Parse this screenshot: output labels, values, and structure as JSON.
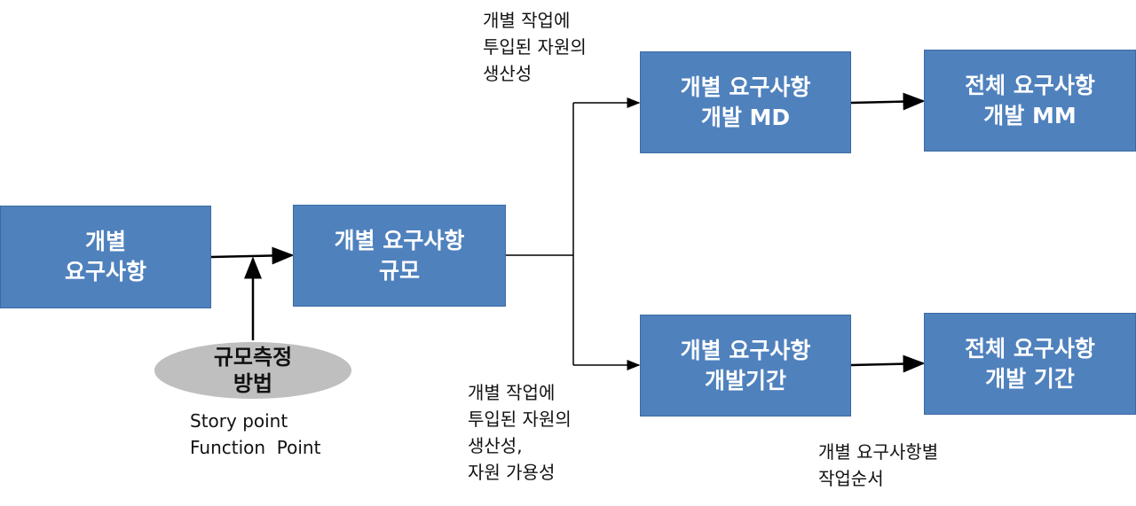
{
  "boxes": {
    "req": [
      "개별",
      "요구사항"
    ],
    "size": [
      "개별 요구사항",
      "규모"
    ],
    "md": [
      "개별 요구사항",
      "개발 MD"
    ],
    "mm": [
      "전체 요구사항",
      "개발 MM"
    ],
    "period": [
      "개별 요구사항",
      "개발기간"
    ],
    "total_period": [
      "전체 요구사항",
      "개발 기간"
    ]
  },
  "ellipse": [
    "규모측정",
    "방법"
  ],
  "notes": {
    "productivity": [
      "개별 작업에",
      "투입된 자원의",
      "생산성"
    ],
    "productivity_avail": [
      "개별 작업에",
      "투입된 자원의",
      "생산성,",
      "자원 가용성"
    ],
    "methods": [
      "Story point",
      "Function  Point"
    ],
    "order": [
      "개별 요구사항별",
      "작업순서"
    ]
  },
  "colors": {
    "box": "#4f81bd",
    "ellipse": "#bfbfbf"
  }
}
